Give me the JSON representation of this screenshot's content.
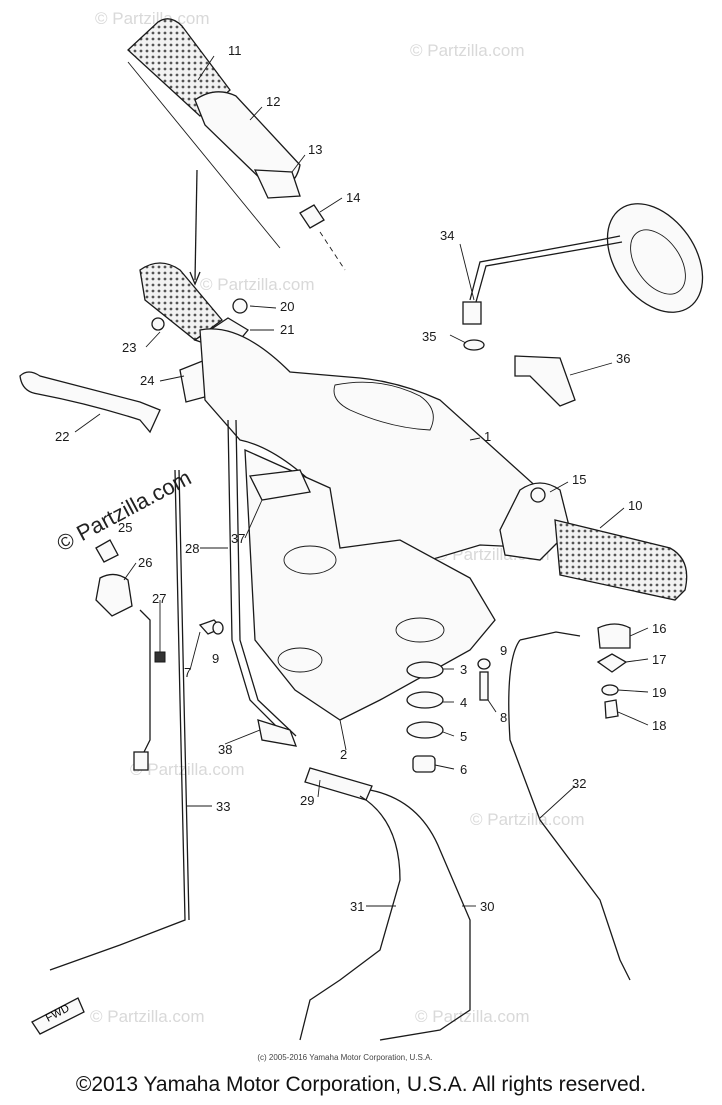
{
  "watermarks": [
    "© Partzilla.com",
    "© Partzilla.com",
    "© Partzilla.com",
    "© Partzilla.com",
    "© Partzilla.com",
    "© Partzilla.com",
    "© Partzilla.com",
    "© Partzilla.com"
  ],
  "big_watermark": "© Partzilla.com",
  "fwd_label": "FWD",
  "small_copyright": "(c) 2005-2016 Yamaha Motor Corporation, U.S.A.",
  "footer_copyright": "©2013 Yamaha Motor Corporation, U.S.A. All rights reserved.",
  "callouts": {
    "c1": "1",
    "c2": "2",
    "c3": "3",
    "c4": "4",
    "c5": "5",
    "c6": "6",
    "c7": "7",
    "c8": "8",
    "c9a": "9",
    "c9b": "9",
    "c10": "10",
    "c11": "11",
    "c12": "12",
    "c13": "13",
    "c14": "14",
    "c15": "15",
    "c16": "16",
    "c17": "17",
    "c18": "18",
    "c19": "19",
    "c20": "20",
    "c21": "21",
    "c22": "22",
    "c23": "23",
    "c24": "24",
    "c25": "25",
    "c26": "26",
    "c27": "27",
    "c28": "28",
    "c29": "29",
    "c30": "30",
    "c31": "31",
    "c32": "32",
    "c33": "33",
    "c34": "34",
    "c35": "35",
    "c36": "36",
    "c37": "37",
    "c38": "38"
  }
}
